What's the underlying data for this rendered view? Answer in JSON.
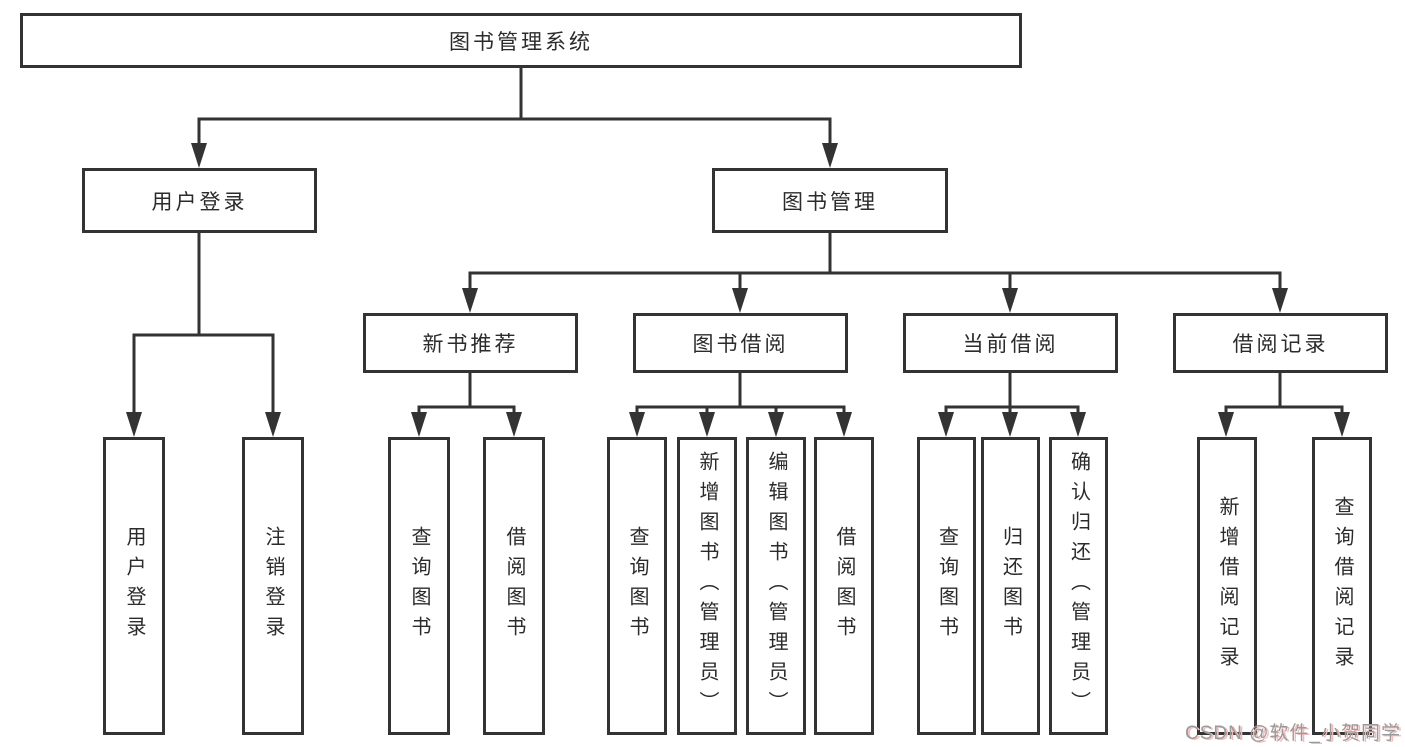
{
  "title": {
    "label": "图书管理系统"
  },
  "level2": [
    {
      "label": "用户登录"
    },
    {
      "label": "图书管理"
    }
  ],
  "level3": [
    {
      "label": "新书推荐"
    },
    {
      "label": "图书借阅"
    },
    {
      "label": "当前借阅"
    },
    {
      "label": "借阅记录"
    }
  ],
  "leaves": [
    {
      "label": "用户登录"
    },
    {
      "label": "注销登录"
    },
    {
      "label": "查询图书"
    },
    {
      "label": "借阅图书"
    },
    {
      "label": "查询图书"
    },
    {
      "label": "新增图书（管理员）"
    },
    {
      "label": "编辑图书（管理员）"
    },
    {
      "label": "借阅图书"
    },
    {
      "label": "查询图书"
    },
    {
      "label": "归还图书"
    },
    {
      "label": "确认归还（管理员）"
    },
    {
      "label": "新增借阅记录"
    },
    {
      "label": "查询借阅记录"
    }
  ],
  "watermark": {
    "text": "CSDN @软件_小贺同学"
  },
  "colors": {
    "line": "#333333",
    "text": "#2b2b2b",
    "background": "#ffffff",
    "watermark": "#9a9a9a",
    "watermark_shadow": "#f3bcbc"
  }
}
